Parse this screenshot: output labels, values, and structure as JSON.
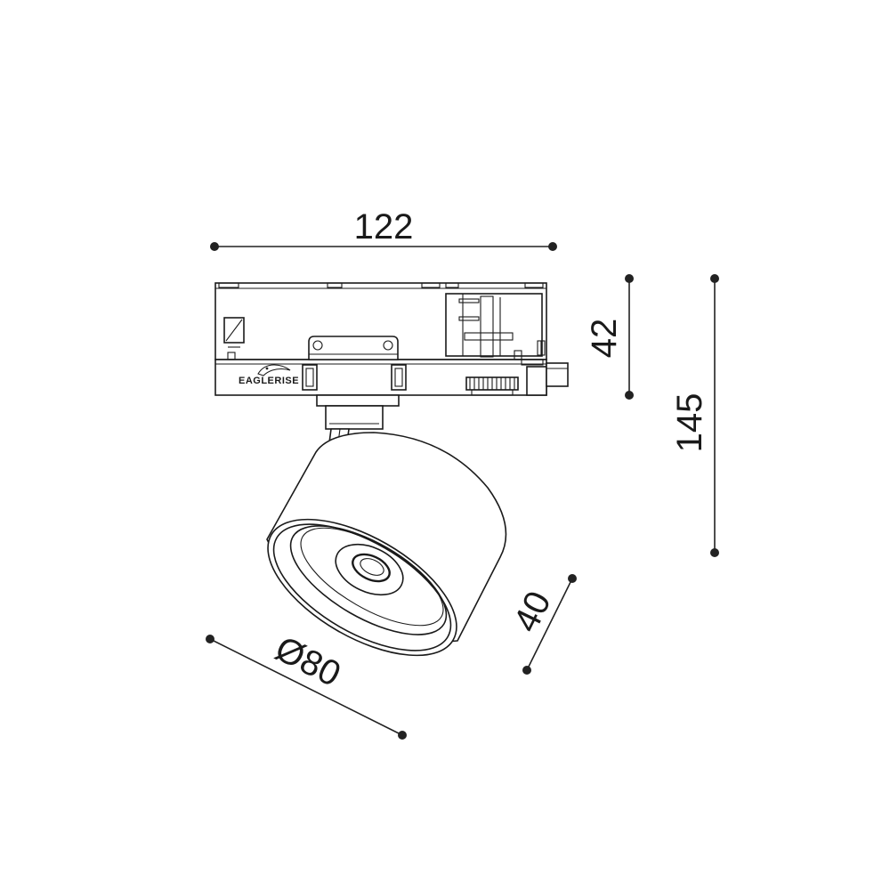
{
  "dimensions": {
    "width": "122",
    "rail_height": "42",
    "total_height": "145",
    "diameter": "Ø80",
    "depth": "40"
  },
  "logo": {
    "text": "EAGLERISE",
    "icon": "eagle-head-icon"
  },
  "colors": {
    "line": "#1a1a1a",
    "background": "#ffffff"
  }
}
